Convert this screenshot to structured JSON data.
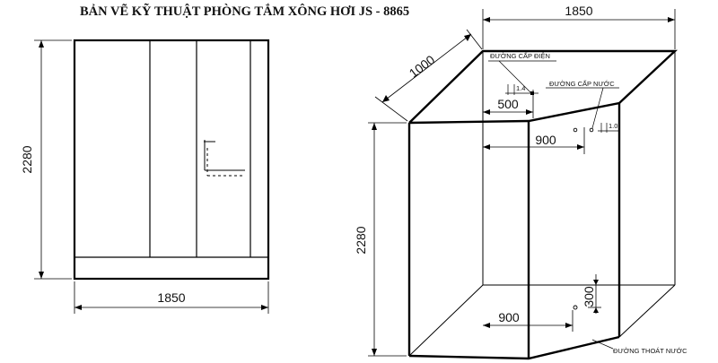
{
  "title": "BẢN VẼ KỸ THUẬT PHÒNG TẮM  XÔNG HƠI JS - 8865",
  "front_view": {
    "height_label": "2280",
    "width_label": "1850"
  },
  "iso_view": {
    "top_width_label": "1850",
    "depth_label": "1000",
    "height_label": "2280",
    "offset_500": "500",
    "offset_900_top": "900",
    "offset_900_bottom": "900",
    "offset_300": "300",
    "annot_14": "1.4",
    "annot_10": "1.0",
    "electric_label": "ĐƯỜNG CẤP ĐIỆN",
    "water_label": "ĐƯỜNG CẤP NƯỚC",
    "drain_label": "ĐƯỜNG THOÁT NƯỚC"
  }
}
